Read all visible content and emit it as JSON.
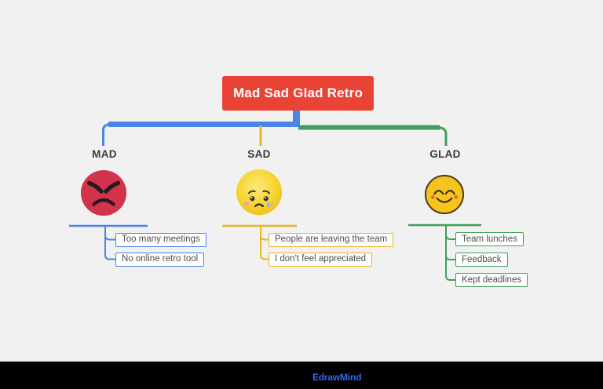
{
  "colors": {
    "background": "#f1f1f2",
    "root_bg": "#e94335",
    "root_text": "#ffffff",
    "mad": "#4a86e8",
    "sad": "#edb424",
    "glad": "#3fa05c",
    "mad_face": "#d2334d",
    "sad_face": "#f4c827",
    "glad_face": "#f6c51c",
    "label_text": "#3a3a3a",
    "box_text": "#4d4d4d",
    "footer_bg": "#000000",
    "watermark": "#3566f2"
  },
  "mindmap": {
    "root": {
      "label": "Mad Sad Glad Retro"
    },
    "branches": [
      {
        "label": "MAD",
        "emoji": "angry-face-emoji",
        "children": [
          "Too many meetings",
          "No online retro tool"
        ]
      },
      {
        "label": "SAD",
        "emoji": "crying-face-emoji",
        "children": [
          "People are leaving the team",
          "I don't feel appreciated"
        ]
      },
      {
        "label": "GLAD",
        "emoji": "smiling-face-emoji",
        "children": [
          "Team lunches",
          "Feedback",
          "Kept deadlines"
        ]
      }
    ]
  },
  "footer": {
    "watermark": "EdrawMind"
  }
}
